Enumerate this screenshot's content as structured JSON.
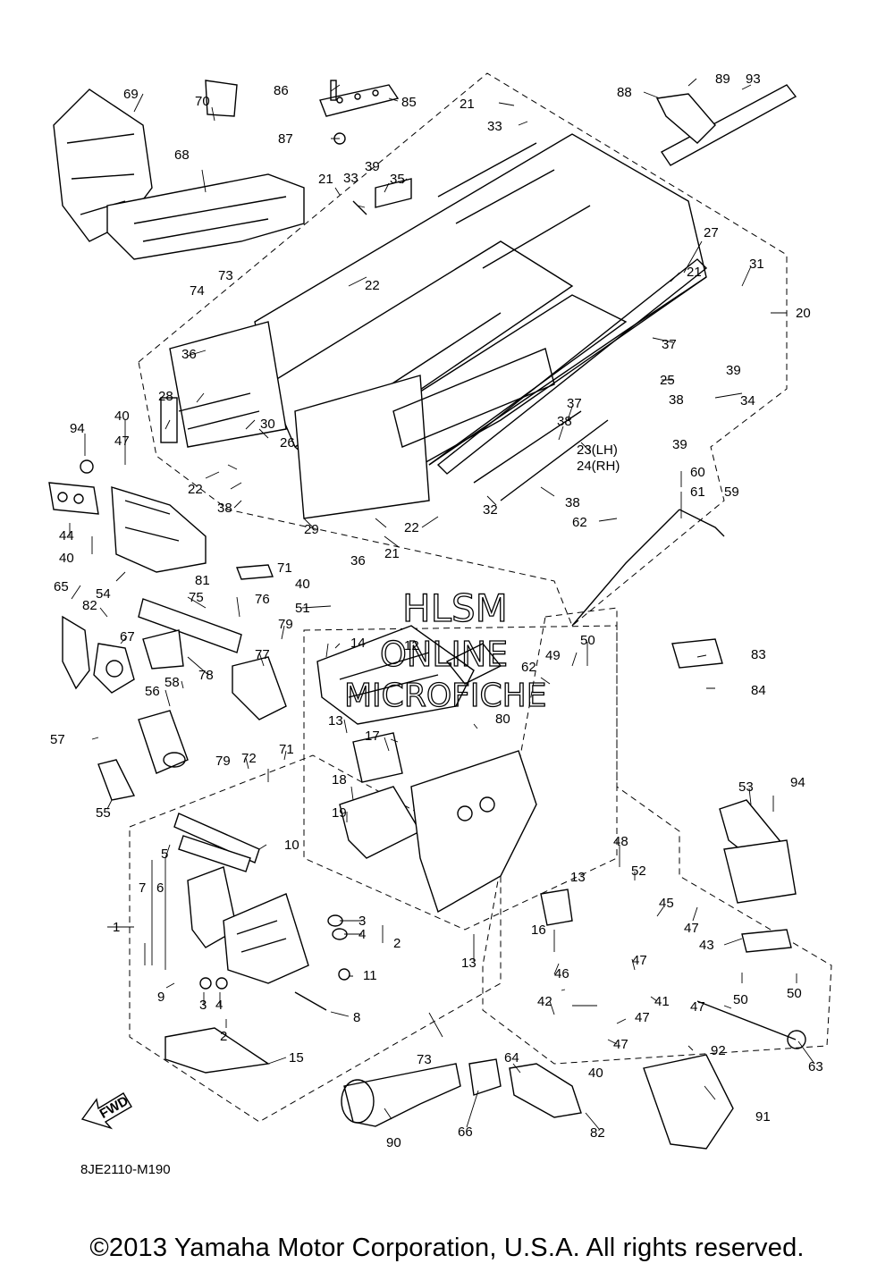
{
  "watermark": {
    "line1": "HLSM",
    "line2": "ONLINE",
    "line3": "MICROFICHE"
  },
  "diagram_code": "8JE2110-M190",
  "fwd_label": "FWD",
  "copyright": "©2013 Yamaha Motor Corporation, U.S.A. All rights reserved.",
  "callouts": {
    "c1": "1",
    "c2a": "2",
    "c2b": "2",
    "c3a": "3",
    "c3b": "3",
    "c4a": "4",
    "c4b": "4",
    "c5": "5",
    "c6": "6",
    "c7": "7",
    "c8": "8",
    "c9": "9",
    "c10": "10",
    "c11": "11",
    "c12": "12",
    "c13a": "13",
    "c13b": "13",
    "c13c": "13",
    "c14": "14",
    "c15": "15",
    "c16": "16",
    "c17": "17",
    "c18": "18",
    "c19": "19",
    "c20": "20",
    "c21a": "21",
    "c21b": "21",
    "c21c": "21",
    "c21d": "21",
    "c22a": "22",
    "c22b": "22",
    "c22c": "22",
    "c23": "23(LH)",
    "c24": "24(RH)",
    "c25": "25",
    "c26": "26",
    "c27": "27",
    "c28": "28",
    "c29": "29",
    "c30": "30",
    "c31": "31",
    "c32": "32",
    "c33a": "33",
    "c33b": "33",
    "c34": "34",
    "c35": "35",
    "c36a": "36",
    "c36b": "36",
    "c37a": "37",
    "c37b": "37",
    "c38a": "38",
    "c38b": "38",
    "c38c": "38",
    "c38d": "38",
    "c39a": "39",
    "c39b": "39",
    "c39c": "39",
    "c40a": "40",
    "c40b": "40",
    "c40c": "40",
    "c40d": "40",
    "c41": "41",
    "c42": "42",
    "c43": "43",
    "c44": "44",
    "c45": "45",
    "c46": "46",
    "c47a": "47",
    "c47b": "47",
    "c47c": "47",
    "c47d": "47",
    "c47e": "47",
    "c47f": "47",
    "c48": "48",
    "c49": "49",
    "c50a": "50",
    "c50b": "50",
    "c50c": "50",
    "c51": "51",
    "c52": "52",
    "c53": "53",
    "c54": "54",
    "c55": "55",
    "c56": "56",
    "c57": "57",
    "c58": "58",
    "c59": "59",
    "c60": "60",
    "c61": "61",
    "c62a": "62",
    "c62b": "62",
    "c63": "63",
    "c64": "64",
    "c65": "65",
    "c66": "66",
    "c67": "67",
    "c68": "68",
    "c69": "69",
    "c70": "70",
    "c71a": "71",
    "c71b": "71",
    "c72": "72",
    "c73a": "73",
    "c73b": "73",
    "c74": "74",
    "c75": "75",
    "c76": "76",
    "c77": "77",
    "c78": "78",
    "c79a": "79",
    "c79b": "79",
    "c80": "80",
    "c81": "81",
    "c82a": "82",
    "c82b": "82",
    "c83": "83",
    "c84": "84",
    "c85": "85",
    "c86": "86",
    "c87": "87",
    "c88": "88",
    "c89": "89",
    "c90": "90",
    "c91": "91",
    "c92": "92",
    "c93": "93",
    "c94a": "94",
    "c94b": "94"
  }
}
